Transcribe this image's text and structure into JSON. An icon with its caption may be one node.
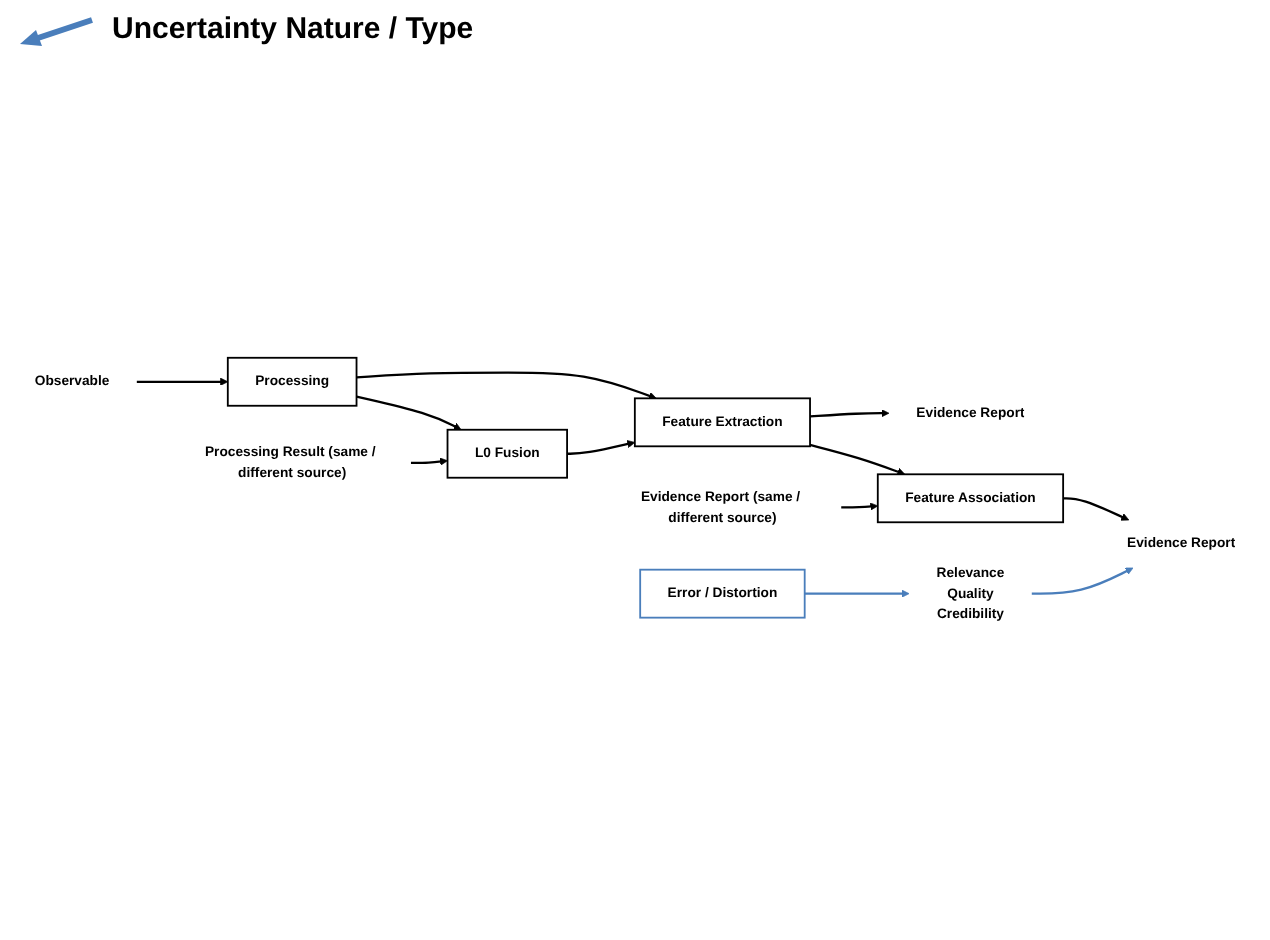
{
  "diagram": {
    "nodes": [
      {
        "text": [
          "Observable"
        ]
      },
      {
        "text": [
          "Processing"
        ]
      },
      {
        "text": [
          "Feature Extraction"
        ]
      },
      {
        "text": [
          "Evidence Report"
        ]
      },
      {
        "text": [
          "Processing Result (same / different source)"
        ]
      },
      {
        "text": [
          "L0 Fusion"
        ]
      },
      {
        "text": [
          "Evidence Report (same / different source)"
        ]
      },
      {
        "text": [
          "Feature Association"
        ]
      },
      {
        "text": [
          "Evidence Report"
        ]
      },
      {
        "text": [
          "Error / Distortion"
        ]
      },
      {
        "text": [
          "Relevance",
          "Quality",
          "Credibility"
        ]
      }
    ],
    "edges": [
      {
        "from": 0,
        "to": 1,
        "arrow": "to"
      },
      {
        "from": 1,
        "to": 2,
        "arrow": "to"
      },
      {
        "from": 1,
        "to": 5,
        "arrow": "to"
      },
      {
        "from": 4,
        "to": 5,
        "arrow": "to"
      },
      {
        "from": 5,
        "to": 2,
        "arrow": "to"
      },
      {
        "from": 2,
        "to": 3,
        "arrow": "to"
      },
      {
        "from": 2,
        "to": 7,
        "arrow": "to"
      },
      {
        "from": 6,
        "to": 7,
        "arrow": "to"
      },
      {
        "from": 7,
        "to": 8,
        "arrow": "to"
      },
      {
        "from": 9,
        "to": 10,
        "arrow": "to",
        "color": "#4a7ebb"
      },
      {
        "from": 10,
        "to": 8,
        "arrow": "to",
        "color": "#4a7ebb"
      }
    ],
    "legend": [
      {
        "text": "Uncertainty Nature / Type"
      }
    ]
  }
}
